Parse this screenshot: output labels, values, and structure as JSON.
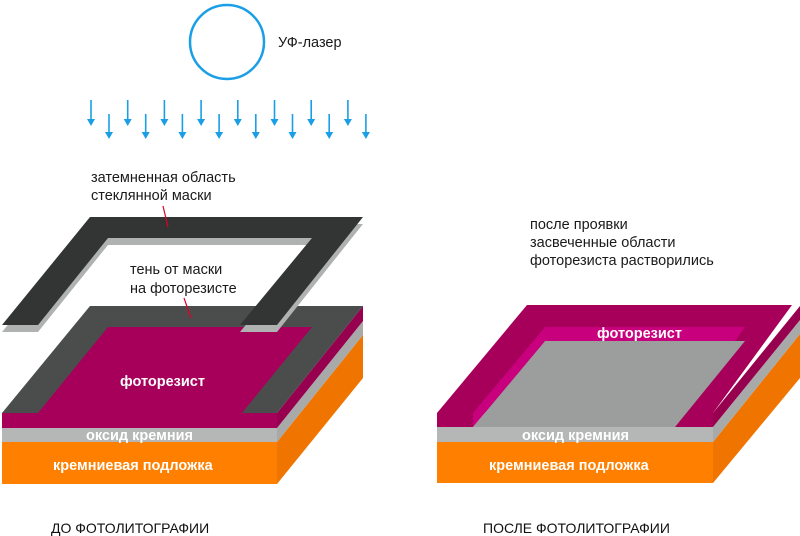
{
  "labels": {
    "uv_laser": "УФ-лазер",
    "dark_mask_line1": "затемненная область",
    "dark_mask_line2": "стеклянной маски",
    "shadow_line1": "тень от маски",
    "shadow_line2": "на фоторезисте",
    "photoresist_before": "фоторезист",
    "oxide_before": "оксид кремния",
    "substrate_before": "кремниевая подложка",
    "after_line1": "после проявки",
    "after_line2": "засвеченные области",
    "after_line3": "фоторезиста растворились",
    "photoresist_after": "фоторезист",
    "oxide_after": "оксид кремния",
    "substrate_after": "кремниевая подложка",
    "caption_before": "ДО ФОТОЛИТОГРАФИИ",
    "caption_after": "ПОСЛЕ ФОТОЛИТОГРАФИИ"
  },
  "colors": {
    "uv": "#1a9ee6",
    "photoresist": "#a6005a",
    "photoresist_wall": "#c8007e",
    "oxide": "#b5b7b6",
    "substrate": "#ff7f00",
    "mask": "#333535",
    "shadow": "#4b4d4c",
    "exposed": "#9c9e9e",
    "leader": "#e0002a"
  }
}
